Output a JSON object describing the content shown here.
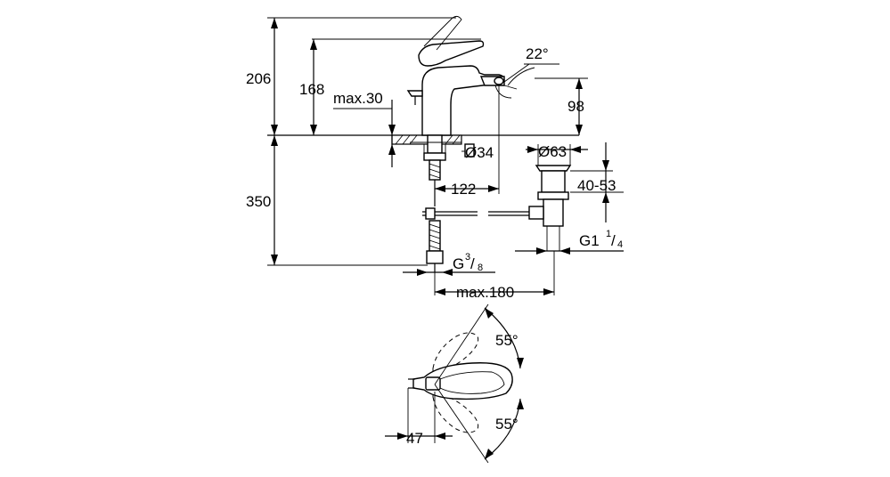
{
  "dimensions": {
    "height_206": "206",
    "height_168": "168",
    "max_30": "max.30",
    "angle_22": "22°",
    "height_98": "98",
    "dia_34": "Ø34",
    "dia_63": "Ø63",
    "depth_350": "350",
    "reach_122": "122",
    "range_40_53": "40-53",
    "thread_g1_base": "G1",
    "thread_g1_num": "1",
    "thread_g1_den": "4",
    "thread_g38_base": "G",
    "thread_g38_num": "3",
    "thread_g38_den": "8",
    "max_180": "max.180",
    "angle_55_top": "55°",
    "angle_55_bottom": "55°",
    "width_47": "47"
  }
}
